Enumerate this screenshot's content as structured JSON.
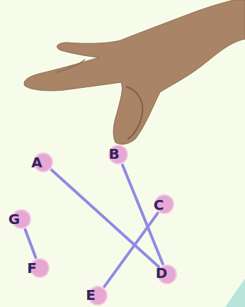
{
  "diagram": {
    "nodes": [
      {
        "text": [
          "A"
        ]
      },
      {
        "text": [
          "B"
        ]
      },
      {
        "text": [
          "C"
        ]
      },
      {
        "text": [
          "G"
        ]
      },
      {
        "text": [
          "F"
        ]
      },
      {
        "text": [
          "D"
        ]
      },
      {
        "text": [
          "E"
        ]
      }
    ],
    "edges": [
      {
        "from": 0,
        "to": 5,
        "arrow": "none"
      },
      {
        "from": 1,
        "to": 5,
        "arrow": "none"
      },
      {
        "from": 2,
        "to": 6,
        "arrow": "none"
      },
      {
        "from": 3,
        "to": 4,
        "arrow": "none"
      }
    ]
  }
}
